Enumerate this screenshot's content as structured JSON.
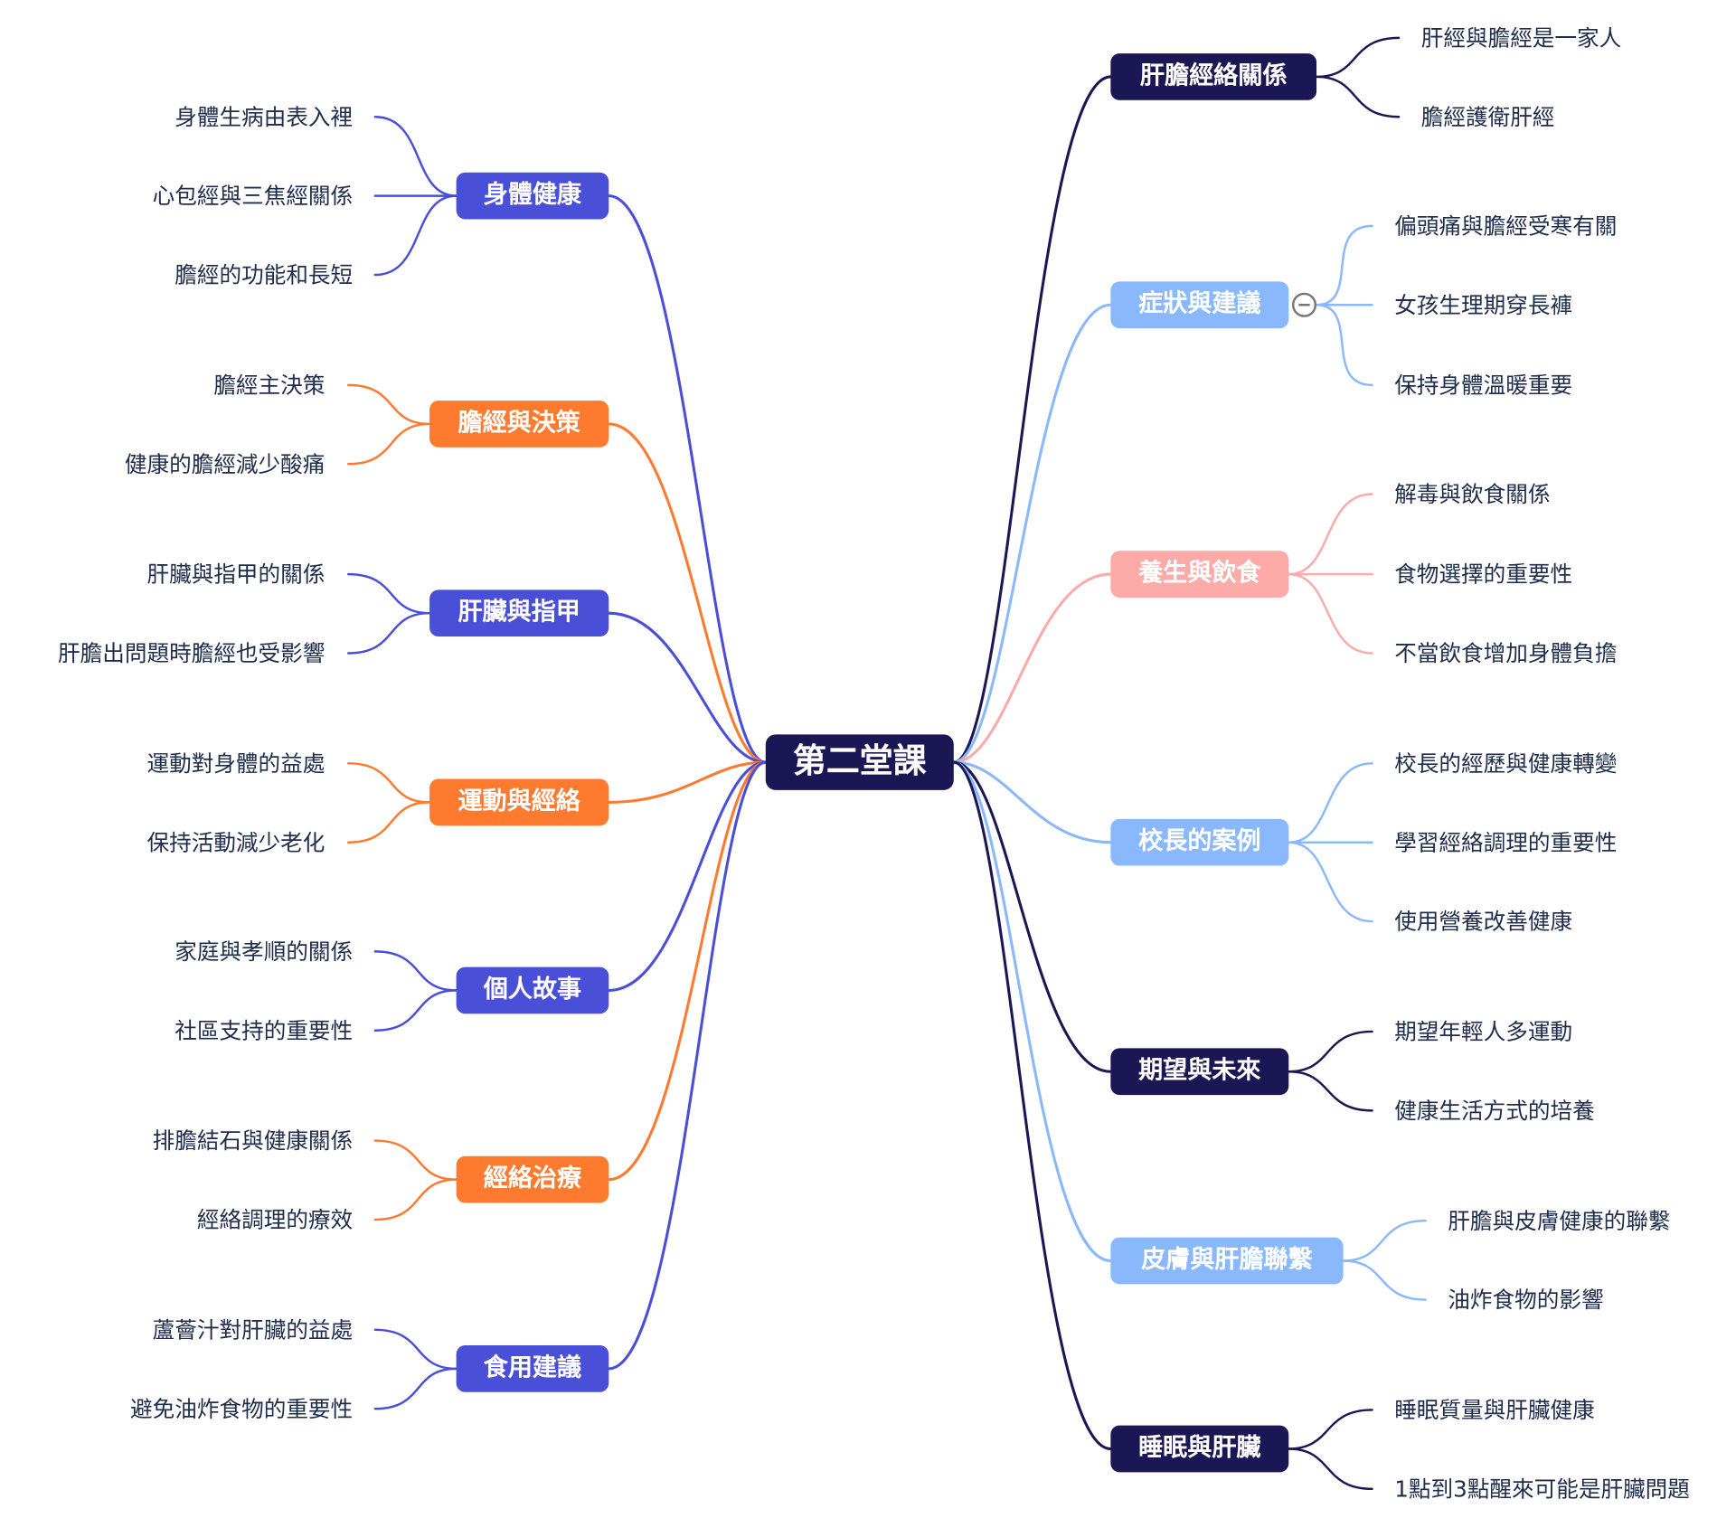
{
  "root": {
    "label": "第二堂課",
    "color": "#1b1755"
  },
  "colors": {
    "dark": "#1b1755",
    "blue": "#4a4fd8",
    "orange": "#fd7a2f",
    "lightblue": "#8ab8fd",
    "pink": "#fdaaa8",
    "text": "#1f2d4d"
  },
  "right_branches": [
    {
      "label": "肝膽經絡關係",
      "color": "#1b1755",
      "children": [
        "肝經與膽經是一家人",
        "膽經護衛肝經"
      ]
    },
    {
      "label": "症狀與建議",
      "color": "#8ab8fd",
      "collapsed_toggle": "collapse-icon",
      "children": [
        "偏頭痛與膽經受寒有關",
        "女孩生理期穿長褲",
        "保持身體溫暖重要"
      ]
    },
    {
      "label": "養生與飲食",
      "color": "#fdaaa8",
      "children": [
        "解毒與飲食關係",
        "食物選擇的重要性",
        "不當飲食增加身體負擔"
      ]
    },
    {
      "label": "校長的案例",
      "color": "#8ab8fd",
      "children": [
        "校長的經歷與健康轉變",
        "學習經絡調理的重要性",
        "使用營養改善健康"
      ]
    },
    {
      "label": "期望與未來",
      "color": "#1b1755",
      "children": [
        "期望年輕人多運動",
        "健康生活方式的培養"
      ]
    },
    {
      "label": "皮膚與肝膽聯繫",
      "color": "#8ab8fd",
      "children": [
        "肝膽與皮膚健康的聯繫",
        "油炸食物的影響"
      ]
    },
    {
      "label": "睡眠與肝臟",
      "color": "#1b1755",
      "children": [
        "睡眠質量與肝臟健康",
        "1點到3點醒來可能是肝臟問題"
      ]
    }
  ],
  "left_branches": [
    {
      "label": "身體健康",
      "color": "#4a4fd8",
      "children": [
        "身體生病由表入裡",
        "心包經與三焦經關係",
        "膽經的功能和長短"
      ]
    },
    {
      "label": "膽經與決策",
      "color": "#fd7a2f",
      "children": [
        "膽經主決策",
        "健康的膽經減少酸痛"
      ]
    },
    {
      "label": "肝臟與指甲",
      "color": "#4a4fd8",
      "children": [
        "肝臟與指甲的關係",
        "肝膽出問題時膽經也受影響"
      ]
    },
    {
      "label": "運動與經絡",
      "color": "#fd7a2f",
      "children": [
        "運動對身體的益處",
        "保持活動減少老化"
      ]
    },
    {
      "label": "個人故事",
      "color": "#4a4fd8",
      "children": [
        "家庭與孝順的關係",
        "社區支持的重要性"
      ]
    },
    {
      "label": "經絡治療",
      "color": "#fd7a2f",
      "children": [
        "排膽結石與健康關係",
        "經絡調理的療效"
      ]
    },
    {
      "label": "食用建議",
      "color": "#4a4fd8",
      "children": [
        "蘆薈汁對肝臟的益處",
        "避免油炸食物的重要性"
      ]
    }
  ]
}
